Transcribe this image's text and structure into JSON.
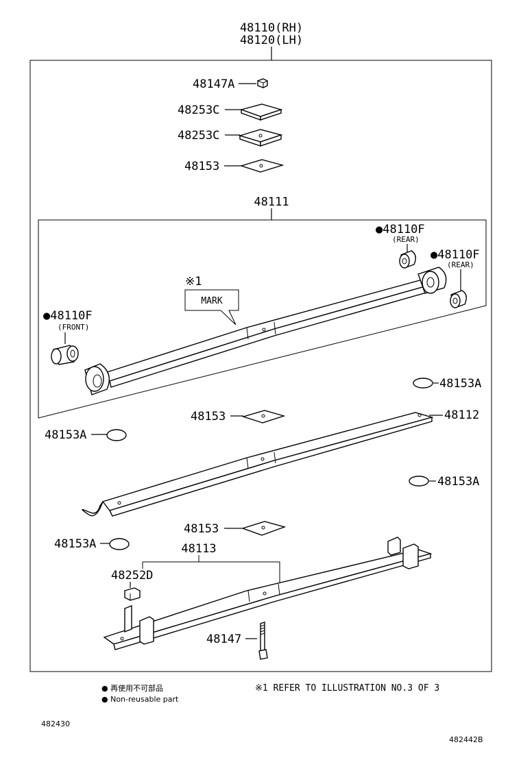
{
  "assembly": {
    "rh": "48110(RH)",
    "lh": "48120(LH)"
  },
  "labels": {
    "p48147A": "48147A",
    "p48253C_1": "48253C",
    "p48253C_2": "48253C",
    "p48153_top": "48153",
    "p48111": "48111",
    "p48110F_rear1": "●48110F",
    "rear1": "(REAR)",
    "p48110F_rear2": "●48110F",
    "rear2": "(REAR)",
    "mark_ref": "※1",
    "mark": "MARK",
    "p48110F_front": "●48110F",
    "front": "(FRONT)",
    "p48153A_1": "48153A",
    "p48153_mid": "48153",
    "p48112": "48112",
    "p48153A_2": "48153A",
    "p48153A_3": "48153A",
    "p48153_low": "48153",
    "p48153A_4": "48153A",
    "p48113": "48113",
    "p48252D": "48252D",
    "p48147": "48147"
  },
  "legend": {
    "jp": "● 再使用不可部品",
    "en": "● Non-reusable part"
  },
  "note": "※1  REFER TO ILLUSTRATION NO.3 OF 3",
  "codes": {
    "left": "482430",
    "right": "482442B"
  }
}
